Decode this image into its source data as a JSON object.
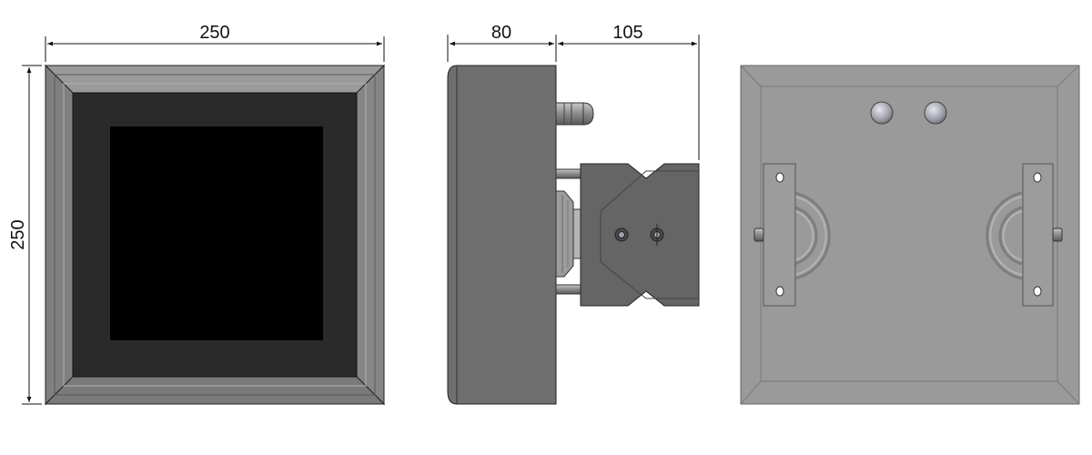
{
  "dimensions": {
    "front_width": "250",
    "front_height": "250",
    "side_depth": "80",
    "mount_depth": "105"
  },
  "colors": {
    "frame_light": "#8e8e8e",
    "frame_mid": "#7b7b7b",
    "frame_dark": "#666666",
    "screen_border": "#2a2a2a",
    "screen": "#000000",
    "side_body": "#6f6f6f",
    "bracket": "#656565",
    "back_plate": "#9a9a9a",
    "line": "#111111"
  }
}
